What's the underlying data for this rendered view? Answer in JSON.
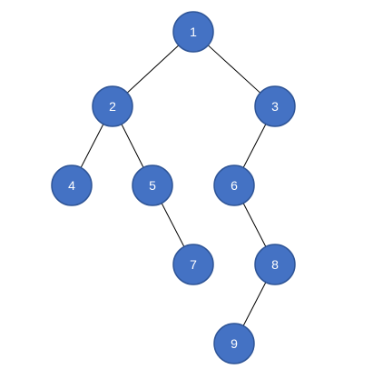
{
  "diagram": {
    "type": "binary-tree",
    "colors": {
      "node_fill": "#4472C4",
      "node_border": "#2F5597",
      "label": "#FFFFFF",
      "edge": "#000000"
    },
    "nodes": [
      {
        "id": "n1",
        "label": "1"
      },
      {
        "id": "n2",
        "label": "2"
      },
      {
        "id": "n3",
        "label": "3"
      },
      {
        "id": "n4",
        "label": "4"
      },
      {
        "id": "n5",
        "label": "5"
      },
      {
        "id": "n6",
        "label": "6"
      },
      {
        "id": "n7",
        "label": "7"
      },
      {
        "id": "n8",
        "label": "8"
      },
      {
        "id": "n9",
        "label": "9"
      }
    ],
    "edges": [
      {
        "from": "n1",
        "to": "n2"
      },
      {
        "from": "n1",
        "to": "n3"
      },
      {
        "from": "n2",
        "to": "n4"
      },
      {
        "from": "n2",
        "to": "n5"
      },
      {
        "from": "n3",
        "to": "n6"
      },
      {
        "from": "n5",
        "to": "n7"
      },
      {
        "from": "n6",
        "to": "n8"
      },
      {
        "from": "n8",
        "to": "n9"
      }
    ]
  }
}
